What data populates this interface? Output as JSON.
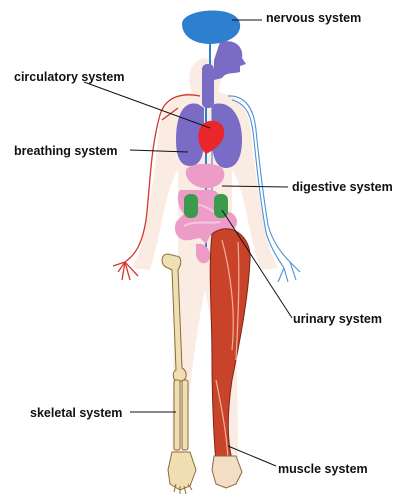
{
  "labels": {
    "nervous": "nervous system",
    "circulatory": "circulatory system",
    "breathing": "breathing system",
    "digestive": "digestive system",
    "urinary": "urinary system",
    "skeletal": "skeletal system",
    "muscle": "muscle system"
  },
  "colors": {
    "nervous": "#2f7fd0",
    "breathing": "#7a6cc4",
    "circulatory": "#e8262b",
    "digestive": "#ec9cc6",
    "urinary": "#3b9a4c",
    "skeletal": "#f1dfb4",
    "muscle": "#c9432b",
    "body_outline": "#f6dfd3"
  }
}
